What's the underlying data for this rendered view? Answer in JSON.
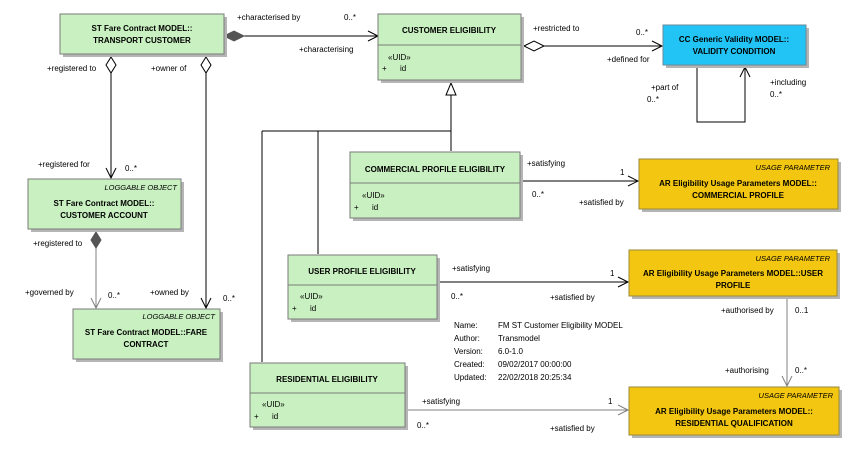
{
  "classes": {
    "transport_customer": {
      "stereotype": "",
      "title1": "ST Fare Contract MODEL::",
      "title2": "TRANSPORT CUSTOMER"
    },
    "customer_eligibility": {
      "stereotype": "",
      "title1": "CUSTOMER ELIGIBILITY",
      "title2": "",
      "attr_stereo": "«UID»",
      "attr_sign": "+",
      "attr_name": "id"
    },
    "validity_condition": {
      "stereotype": "",
      "title1": "CC Generic Validity MODEL::",
      "title2": "VALIDITY CONDITION"
    },
    "customer_account": {
      "stereotype": "LOGGABLE OBJECT",
      "title1": "ST Fare Contract MODEL::",
      "title2": "CUSTOMER ACCOUNT"
    },
    "fare_contract": {
      "stereotype": "LOGGABLE OBJECT",
      "title1": "ST Fare Contract MODEL::FARE",
      "title2": "CONTRACT"
    },
    "commercial_profile_eligibility": {
      "stereotype": "",
      "title1": "COMMERCIAL PROFILE ELIGIBILITY",
      "title2": "",
      "attr_stereo": "«UID»",
      "attr_sign": "+",
      "attr_name": "id"
    },
    "user_profile_eligibility": {
      "stereotype": "",
      "title1": "USER PROFILE ELIGIBILITY",
      "title2": "",
      "attr_stereo": "«UID»",
      "attr_sign": "+",
      "attr_name": "id"
    },
    "residential_eligibility": {
      "stereotype": "",
      "title1": "RESIDENTIAL ELIGIBILITY",
      "title2": "",
      "attr_stereo": "«UID»",
      "attr_sign": "+",
      "attr_name": "id"
    },
    "commercial_profile": {
      "stereotype": "USAGE PARAMETER",
      "title1": "AR Eligibility Usage Parameters MODEL::",
      "title2": "COMMERCIAL PROFILE"
    },
    "user_profile": {
      "stereotype": "USAGE PARAMETER",
      "title1": "AR Eligibility Usage Parameters MODEL::USER",
      "title2": "PROFILE"
    },
    "residential_qualification": {
      "stereotype": "USAGE PARAMETER",
      "title1": "AR Eligibility Usage Parameters MODEL::",
      "title2": "RESIDENTIAL QUALIFICATION"
    }
  },
  "labels": {
    "characterised_by": "+characterised by",
    "characterising": "+characterising",
    "m_char_1": "0..*",
    "restricted_to": "+restricted to",
    "defined_for": "+defined for",
    "m_restr": "0..*",
    "part_of": "+part of",
    "m_part_of": "0..*",
    "including": "+including",
    "m_including": "0..*",
    "registered_to": "+registered to",
    "owner_of": "+owner of",
    "registered_for": "+registered for",
    "m_reg_for": "0..*",
    "registered_to_2": "+registered to",
    "governed_by": "+governed by",
    "m_governed": "0..*",
    "owned_by": "+owned by",
    "m_owned": "0..*",
    "satisfying_1": "+satisfying",
    "m_sat1_a": "1",
    "m_sat1_b": "0..*",
    "satisfied_by_1": "+satisfied by",
    "satisfying_2": "+satisfying",
    "m_sat2_a": "1",
    "m_sat2_b": "0..*",
    "satisfied_by_2": "+satisfied by",
    "authorised_by": "+authorised by",
    "m_auth_a": "0..1",
    "authorising": "+authorising",
    "m_auth_b": "0..*",
    "satisfying_3": "+satisfying",
    "m_sat3_a": "1",
    "m_sat3_b": "0..*",
    "satisfied_by_3": "+satisfied by"
  },
  "meta": [
    {
      "key": "Name:",
      "value": "FM ST Customer Eligibility MODEL"
    },
    {
      "key": "Author:",
      "value": "Transmodel"
    },
    {
      "key": "Version:",
      "value": "6.0-1.0"
    },
    {
      "key": "Created:",
      "value": "09/02/2017 00:00:00"
    },
    {
      "key": "Updated:",
      "value": "22/02/2018 20:25:34"
    }
  ],
  "colors": {
    "green_fill": "#c9f0c0",
    "green_border": "#7a7a7a",
    "blue_fill": "#21c4f5",
    "gold_fill": "#f2c611",
    "shadow": "#b5b5b5",
    "line": "#000000",
    "grey_line": "#808080"
  }
}
